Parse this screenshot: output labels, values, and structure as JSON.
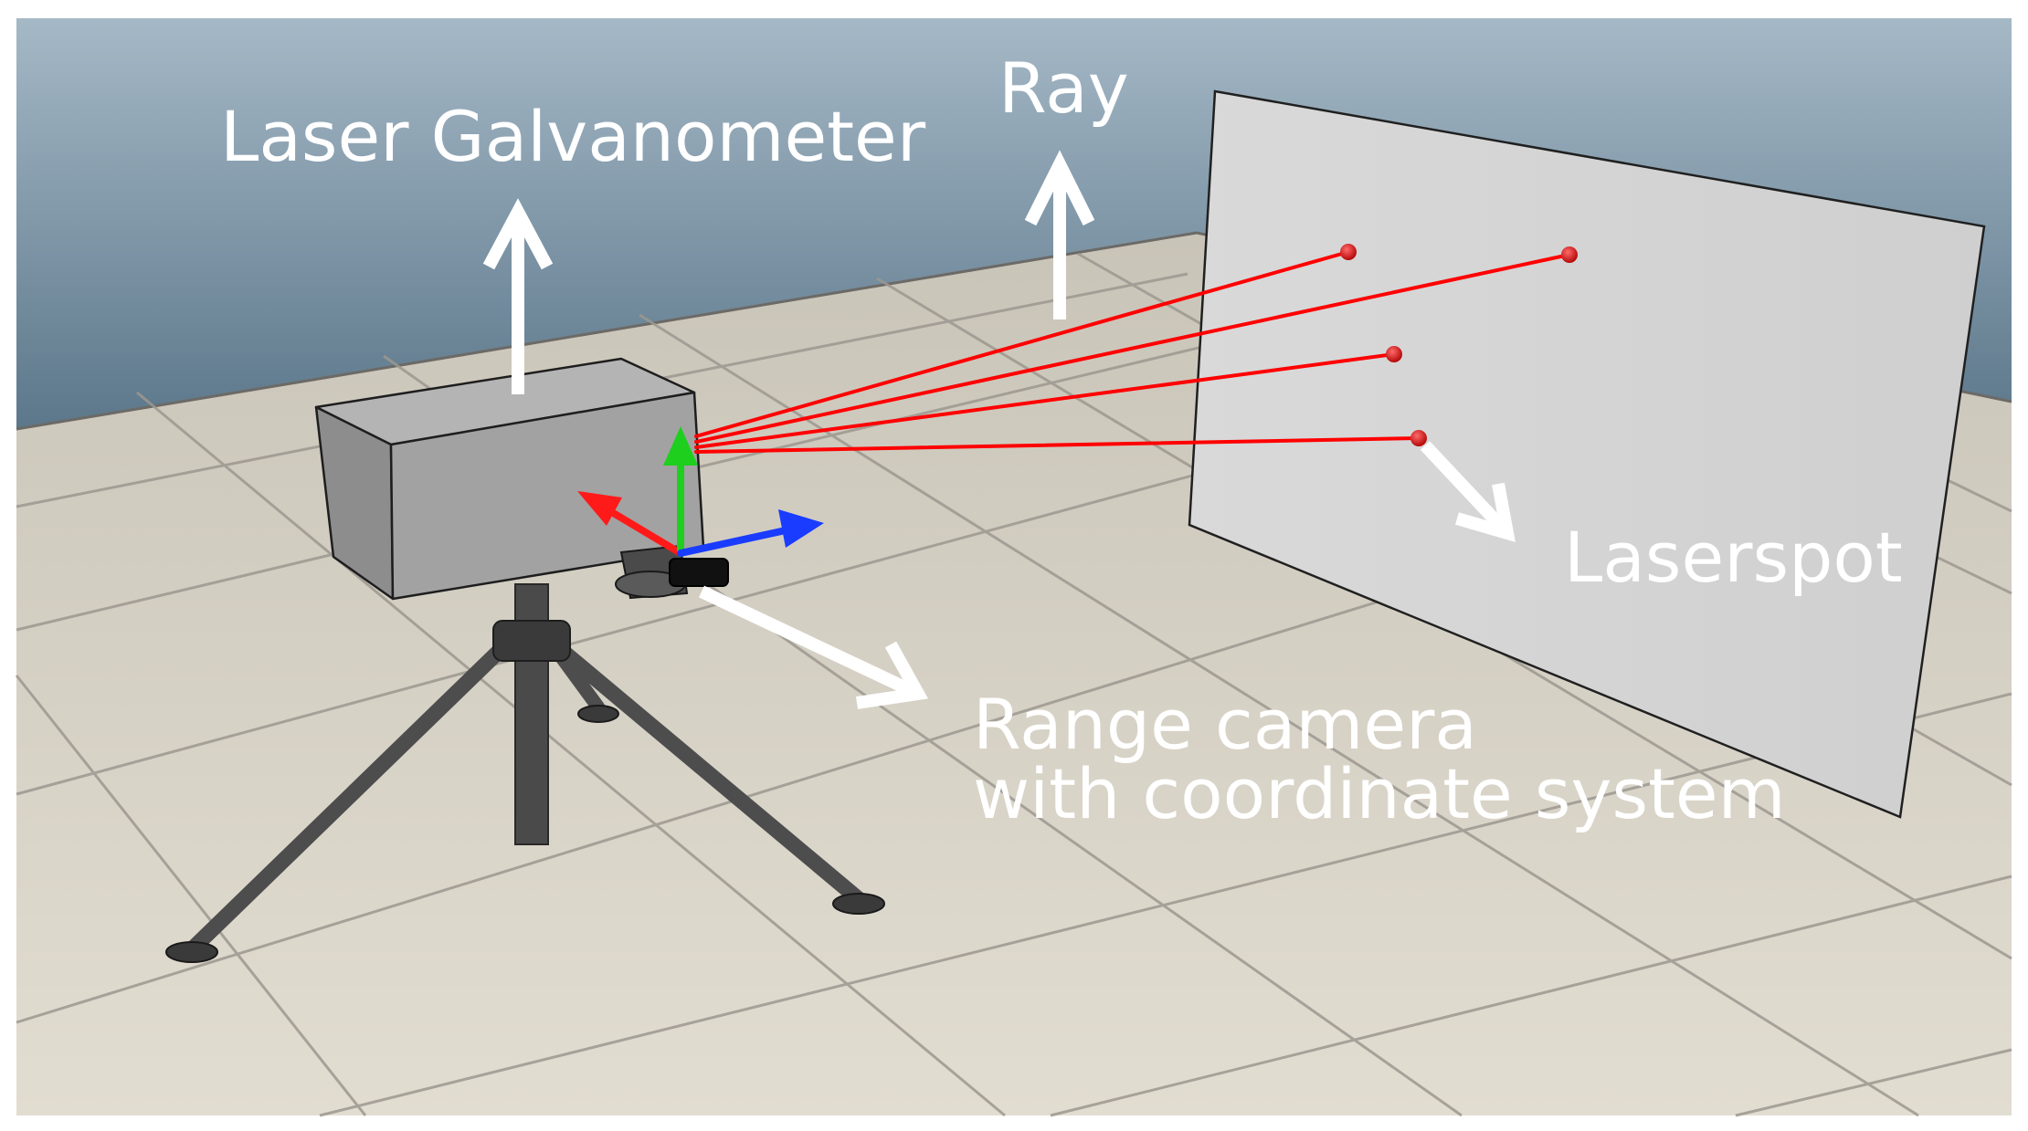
{
  "labels": {
    "laser_galvanometer": "Laser Galvanometer",
    "ray": "Ray",
    "laserspot": "Laserspot",
    "range_camera_line1": "Range camera",
    "range_camera_line2": "with coordinate system"
  },
  "colors": {
    "sky_top": "#9fb3c2",
    "sky_bottom": "#5e7a8e",
    "floor_tile": "#d8d2c4",
    "floor_grout": "#9a9690",
    "projection_wall": "#d4d4d4",
    "galvanometer_body": "#a6a6a6",
    "tripod": "#555555",
    "laser_ray": "#ff0000",
    "laser_spot": "#cc0000",
    "axis_x": "#ff1a1a",
    "axis_y": "#1ecf1e",
    "axis_z": "#1a3cff",
    "annotation_arrow": "#ffffff"
  }
}
